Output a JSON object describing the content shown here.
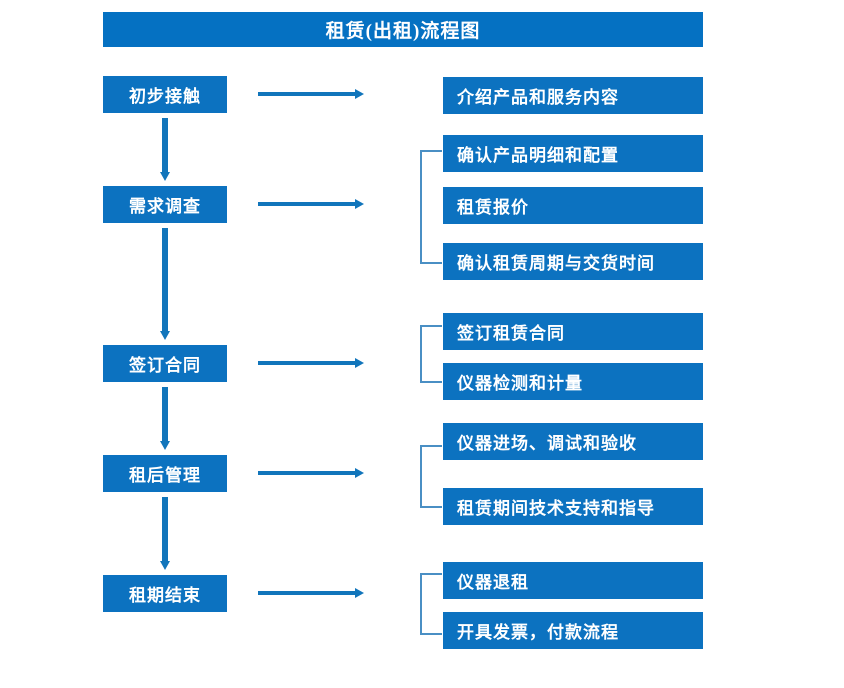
{
  "title": "租赁(出租)流程图",
  "colors": {
    "title_bar": "#0571C2",
    "box": "#0C72C0",
    "arrow": "#1175BB",
    "bracket": "#4A8FC4",
    "text": "#FFFFFF",
    "background": "#FFFFFF"
  },
  "stages": [
    {
      "label": "初步接触"
    },
    {
      "label": "需求调查"
    },
    {
      "label": "签订合同"
    },
    {
      "label": "租后管理"
    },
    {
      "label": "租期结束"
    }
  ],
  "details": [
    {
      "label": "介绍产品和服务内容"
    },
    {
      "label": "确认产品明细和配置"
    },
    {
      "label": "租赁报价"
    },
    {
      "label": "确认租赁周期与交货时间"
    },
    {
      "label": "签订租赁合同"
    },
    {
      "label": "仪器检测和计量"
    },
    {
      "label": "仪器进场、调试和验收"
    },
    {
      "label": "租赁期间技术支持和指导"
    },
    {
      "label": "仪器退租"
    },
    {
      "label": "开具发票，付款流程"
    }
  ],
  "chart_data": {
    "type": "diagram",
    "title": "租赁(出租)流程图",
    "flow": [
      {
        "stage": "初步接触",
        "outputs": [
          "介绍产品和服务内容"
        ],
        "grouped": false
      },
      {
        "stage": "需求调查",
        "outputs": [
          "确认产品明细和配置",
          "租赁报价",
          "确认租赁周期与交货时间"
        ],
        "grouped": true
      },
      {
        "stage": "签订合同",
        "outputs": [
          "签订租赁合同",
          "仪器检测和计量"
        ],
        "grouped": true
      },
      {
        "stage": "租后管理",
        "outputs": [
          "仪器进场、调试和验收",
          "租赁期间技术支持和指导"
        ],
        "grouped": true
      },
      {
        "stage": "租期结束",
        "outputs": [
          "仪器退租",
          "开具发票，付款流程"
        ],
        "grouped": true
      }
    ],
    "sequence": [
      "初步接触",
      "需求调查",
      "签订合同",
      "租后管理",
      "租期结束"
    ]
  }
}
